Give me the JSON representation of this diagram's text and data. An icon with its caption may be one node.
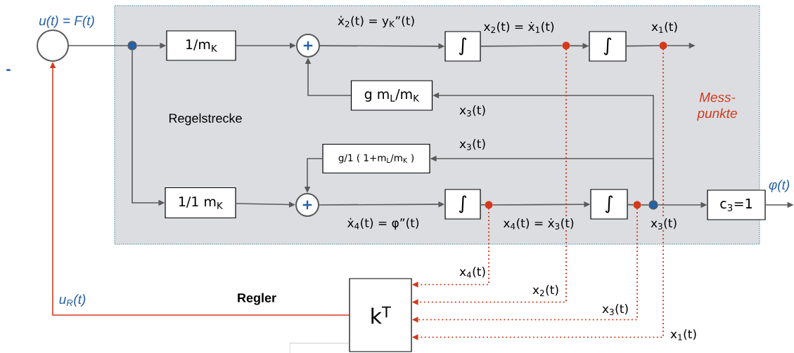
{
  "diagram": {
    "nodes": [
      {
        "text": [
          "Regelstrecke"
        ]
      },
      {
        "text": [],
        "shape": "circle",
        "beside": [
          "-"
        ]
      },
      {
        "text": [],
        "shape": "circle",
        "in": 0
      },
      {
        "text": [
          "1/m$_{K}$"
        ],
        "in": 0
      },
      {
        "text": [
          "+"
        ],
        "in": 0
      },
      {
        "text": [
          "∫"
        ],
        "in": 0
      },
      {
        "text": [],
        "shape": "circle",
        "in": 0
      },
      {
        "text": [
          "∫"
        ],
        "in": 0
      },
      {
        "text": [],
        "shape": "circle",
        "in": 0
      },
      {
        "text": [
          "g m$_{L}$/m$_{K}$"
        ],
        "in": 0
      },
      {
        "text": [
          "g/1 ( 1+m$_{L}$/m$_{K}$ )"
        ],
        "in": 0
      },
      {
        "text": [
          "1/1 m$_{K}$"
        ],
        "in": 0
      },
      {
        "text": [
          "+"
        ],
        "in": 0
      },
      {
        "text": [
          "∫"
        ],
        "in": 0
      },
      {
        "text": [],
        "shape": "circle",
        "in": 0
      },
      {
        "text": [
          "∫"
        ],
        "in": 0
      },
      {
        "text": [],
        "shape": "circle",
        "in": 0
      },
      {
        "text": [],
        "shape": "circle",
        "in": 0
      },
      {
        "text": [
          "c$_{3}$=1"
        ]
      },
      {
        "text": [
          "k$^{T}$"
        ]
      }
    ],
    "edges": [
      {
        "from": 1,
        "to": 2,
        "arrow": "none",
        "label": "u(t) = F(t)"
      },
      {
        "from": 2,
        "to": 3,
        "arrow": "to"
      },
      {
        "from": 2,
        "to": 11,
        "arrow": "to"
      },
      {
        "from": 3,
        "to": 4,
        "arrow": "to"
      },
      {
        "from": 4,
        "to": 5,
        "arrow": "to",
        "label": "ẋ$_{2}$(t) = y$_{K}$”(t)"
      },
      {
        "from": 5,
        "to": 6,
        "arrow": "none",
        "label": "x$_{2}$(t) = ẋ$_{1}$(t)"
      },
      {
        "from": 6,
        "to": 7,
        "arrow": "to"
      },
      {
        "from": 7,
        "to": 8,
        "arrow": "none",
        "label": "x$_{1}$(t)"
      },
      {
        "from": 8,
        "to": null,
        "arrow": "to"
      },
      {
        "from": 9,
        "to": 4,
        "arrow": "to"
      },
      {
        "from": 17,
        "to": 9,
        "arrow": "to",
        "label": "x$_{3}$(t)"
      },
      {
        "from": 17,
        "to": 10,
        "arrow": "to",
        "label": "x$_{3}$(t)"
      },
      {
        "from": 10,
        "to": 12,
        "arrow": "to"
      },
      {
        "from": 11,
        "to": 12,
        "arrow": "to"
      },
      {
        "from": 12,
        "to": 13,
        "arrow": "to",
        "label": "ẋ$_{4}$(t) = φ”(t)"
      },
      {
        "from": 13,
        "to": 14,
        "arrow": "none"
      },
      {
        "from": 14,
        "to": 15,
        "arrow": "to",
        "label": "x$_{4}$(t) = ẋ$_{3}$(t)"
      },
      {
        "from": 15,
        "to": 16,
        "arrow": "none"
      },
      {
        "from": 16,
        "to": 17,
        "arrow": "none",
        "label": "x$_{3}$(t)"
      },
      {
        "from": 17,
        "to": 18,
        "arrow": "to"
      },
      {
        "from": 18,
        "to": null,
        "arrow": "to",
        "label": "φ(t)"
      },
      {
        "from": 14,
        "to": 19,
        "arrow": "to",
        "style": "dashed",
        "color": "#d23a1c",
        "label": "x$_{4}$(t)"
      },
      {
        "from": 6,
        "to": 19,
        "arrow": "to",
        "style": "dashed",
        "color": "#d23a1c",
        "label": "x$_{2}$(t)"
      },
      {
        "from": 16,
        "to": 19,
        "arrow": "to",
        "style": "dashed",
        "color": "#d23a1c",
        "label": "x$_{3}$(t)"
      },
      {
        "from": 8,
        "to": 19,
        "arrow": "to",
        "style": "dashed",
        "color": "#d23a1c",
        "label": "x$_{1}$(t)"
      },
      {
        "from": 19,
        "to": 1,
        "arrow": "to",
        "color": "#d23a1c",
        "label": "u$_{R}$(t)"
      }
    ],
    "labels": [
      "Regler",
      "Mess- punkte"
    ]
  }
}
